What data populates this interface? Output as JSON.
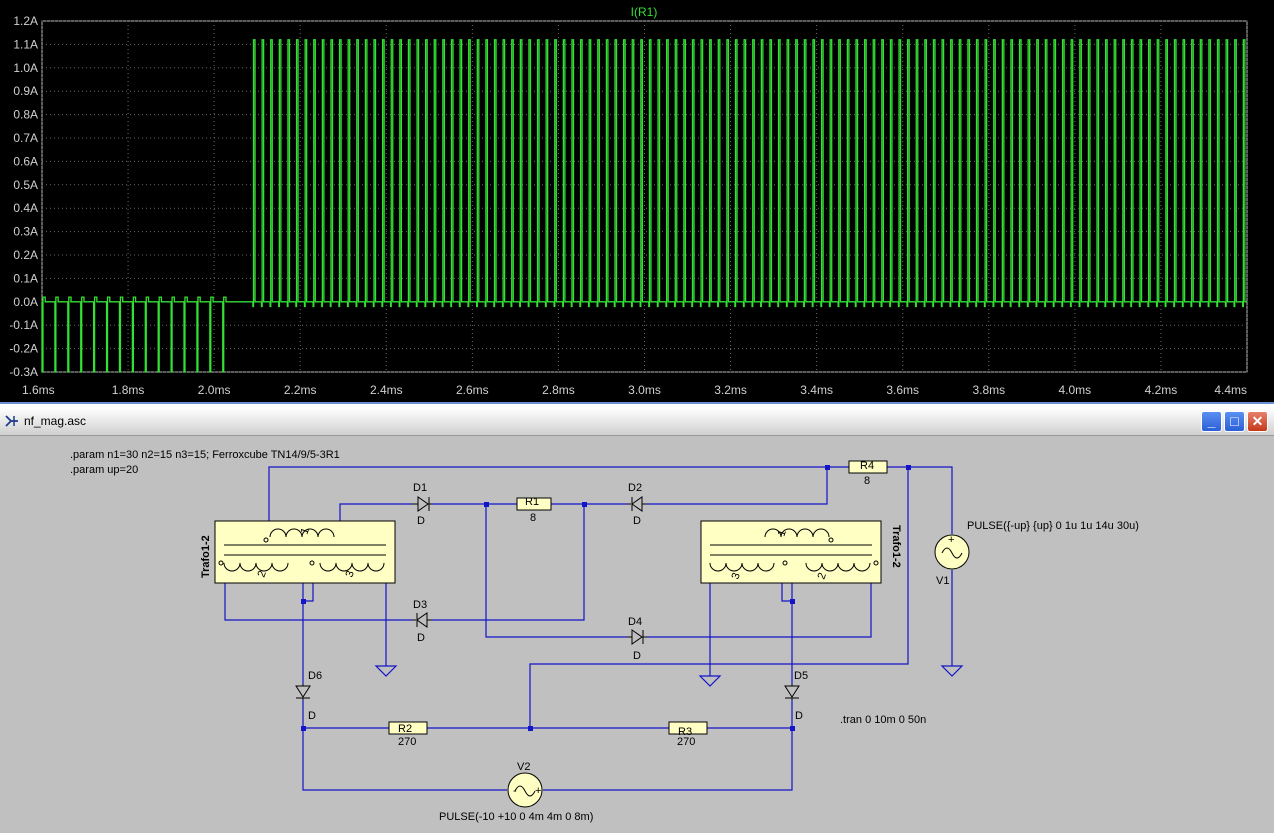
{
  "plot": {
    "trace_label": "I(R1)",
    "trace_color": "#33e033",
    "y_ticks": [
      "1.2A",
      "1.1A",
      "1.0A",
      "0.9A",
      "0.8A",
      "0.7A",
      "0.6A",
      "0.5A",
      "0.4A",
      "0.3A",
      "0.2A",
      "0.1A",
      "0.0A",
      "-0.1A",
      "-0.2A",
      "-0.3A"
    ],
    "x_ticks": [
      "1.6ms",
      "1.8ms",
      "2.0ms",
      "2.2ms",
      "2.4ms",
      "2.6ms",
      "2.8ms",
      "3.0ms",
      "3.2ms",
      "3.4ms",
      "3.6ms",
      "3.8ms",
      "4.0ms",
      "4.2ms",
      "4.4ms"
    ]
  },
  "chart_data": {
    "type": "line",
    "title": "I(R1)",
    "xlabel": "",
    "ylabel": "",
    "x_unit": "ms",
    "y_unit": "A",
    "xlim": [
      1.6,
      4.4
    ],
    "ylim": [
      -0.3,
      1.2
    ],
    "grid": true,
    "series": [
      {
        "name": "I(R1)",
        "description_segments": [
          {
            "x_range": [
              1.6,
              2.04
            ],
            "baseline": 0.0,
            "pulse_peak": 0.02,
            "pulse_min": -0.3,
            "pulse_period_ms": 0.03
          },
          {
            "x_range": [
              2.04,
              2.09
            ],
            "baseline": 0.0,
            "level": 0.0
          },
          {
            "x_range": [
              2.09,
              4.4
            ],
            "baseline": 0.0,
            "pulse_peak": 1.12,
            "pulse_min": -0.02,
            "pulse_period_ms": 0.02
          }
        ]
      }
    ]
  },
  "window": {
    "title": "nf_mag.asc",
    "icon": "ltspice-icon",
    "minimize": "_",
    "maximize": "□",
    "close": "✕"
  },
  "schematic": {
    "directives": [
      ".param n1=30 n2=15 n3=15; Ferroxcube TN14/9/5-3R1",
      ".param  up=20",
      ".tran 0 10m 0 50n"
    ],
    "trafo_left": "Trafo1-2",
    "trafo_right": "Trafo1-2",
    "components": {
      "D1": {
        "name": "D1",
        "value": "D"
      },
      "D2": {
        "name": "D2",
        "value": "D"
      },
      "D3": {
        "name": "D3",
        "value": "D"
      },
      "D4": {
        "name": "D4",
        "value": "D"
      },
      "D5": {
        "name": "D5",
        "value": "D"
      },
      "D6": {
        "name": "D6",
        "value": "D"
      },
      "R1": {
        "name": "R1",
        "value": "8"
      },
      "R2": {
        "name": "R2",
        "value": "270"
      },
      "R3": {
        "name": "R3",
        "value": "270"
      },
      "R4": {
        "name": "R4",
        "value": "8"
      },
      "V1": {
        "name": "V1",
        "value": "PULSE({-up} {up} 0 1u 1u 14u 30u)"
      },
      "V2": {
        "name": "V2",
        "value": "PULSE(-10 +10 0 4m 4m 0 8m)"
      }
    },
    "winding_numbers": [
      "1",
      "2",
      "3"
    ],
    "wire_color": "#1414c8"
  }
}
